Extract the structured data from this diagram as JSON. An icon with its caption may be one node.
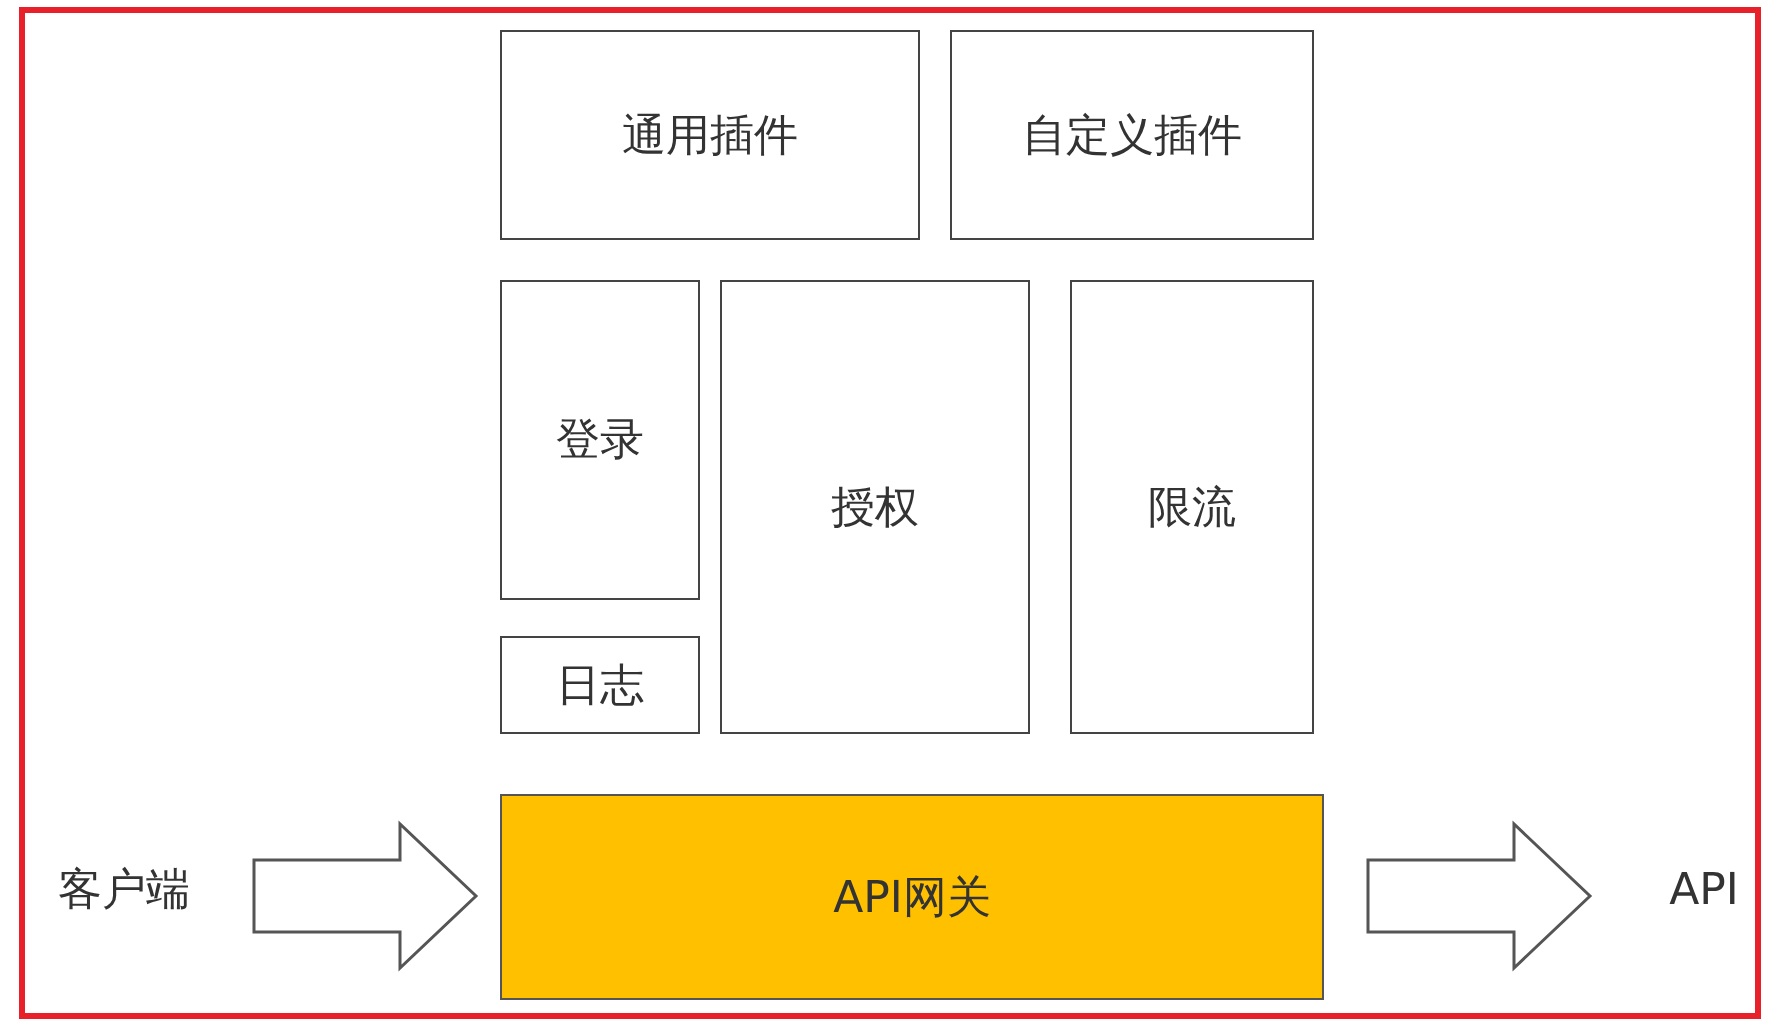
{
  "diagram": {
    "nodes": [
      {
        "text": [
          "通用插件"
        ]
      },
      {
        "text": [
          "自定义插件"
        ]
      },
      {
        "text": [
          "登录"
        ]
      },
      {
        "text": [
          "日志"
        ]
      },
      {
        "text": [
          "授权"
        ]
      },
      {
        "text": [
          "限流"
        ]
      },
      {
        "text": [
          "API网关"
        ]
      },
      {
        "text": [
          "客户端"
        ]
      },
      {
        "text": [
          "API"
        ]
      }
    ],
    "edges": [
      {
        "from": 7,
        "to": 6,
        "arrow": "to"
      },
      {
        "from": 6,
        "to": 8,
        "arrow": "to"
      }
    ]
  }
}
